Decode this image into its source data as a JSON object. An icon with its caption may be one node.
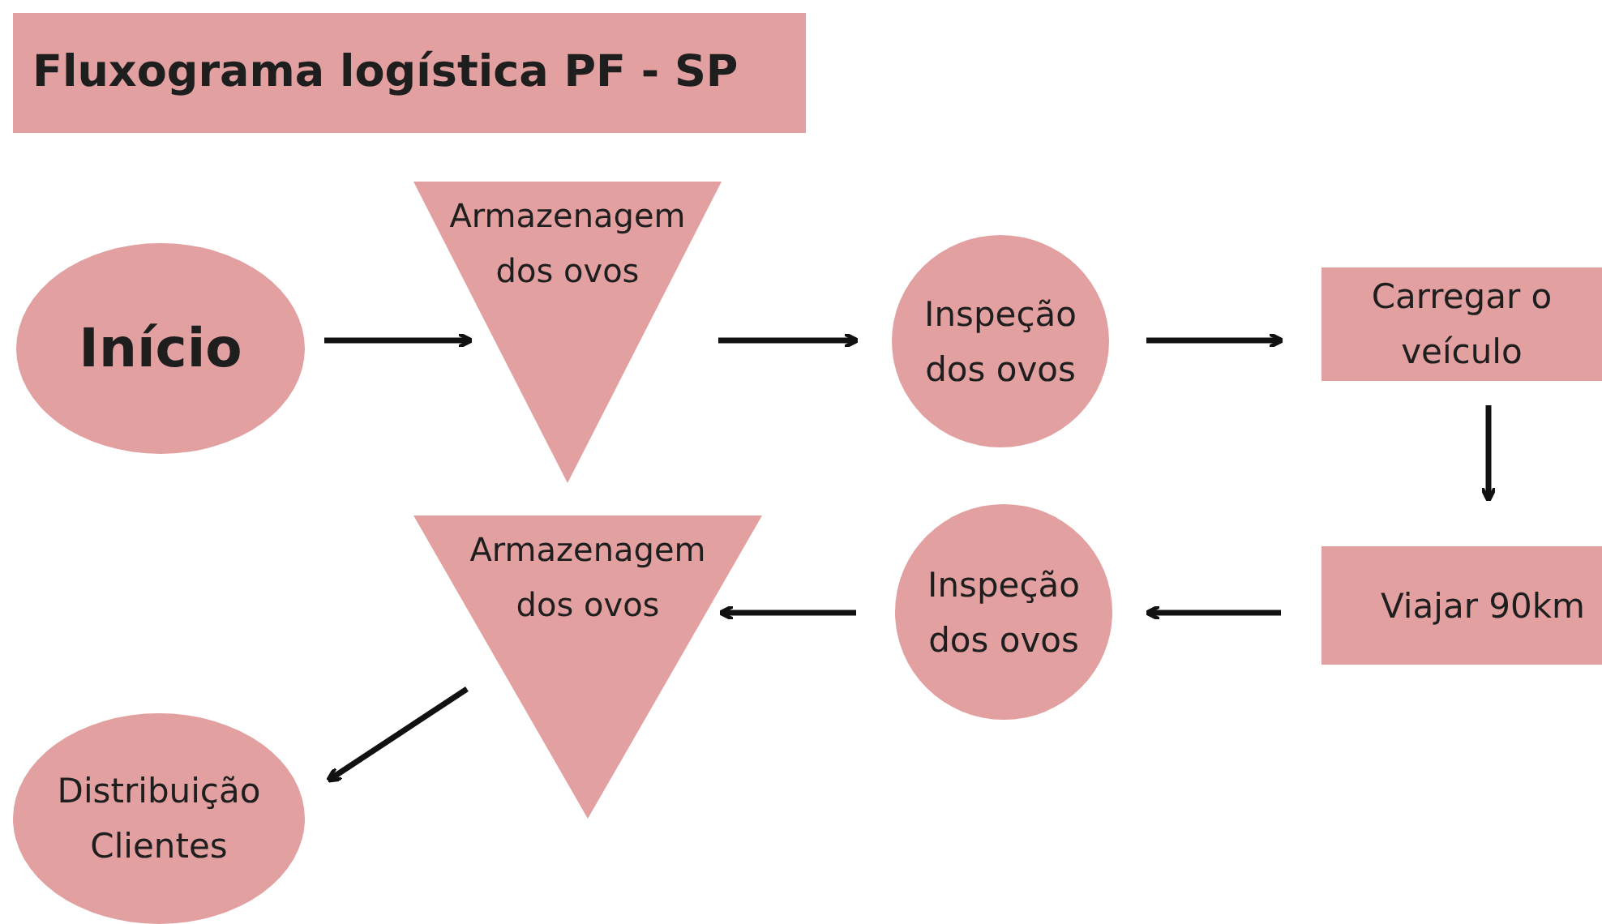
{
  "diagram": {
    "title": "Fluxograma logística PF - SP",
    "nodes": [
      {
        "text": [
          "Início"
        ]
      },
      {
        "text": [
          "Armazenagem dos ovos"
        ]
      },
      {
        "text": [
          "Inspeção dos ovos"
        ]
      },
      {
        "text": [
          "Carregar o veículo"
        ]
      },
      {
        "text": [
          "Viajar 90km"
        ]
      },
      {
        "text": [
          "Inspeção dos ovos"
        ]
      },
      {
        "text": [
          "Armazenagem dos ovos"
        ]
      },
      {
        "text": [
          "Distribuição Clientes"
        ]
      }
    ],
    "edges": [
      {
        "from": 0,
        "to": 1,
        "arrow": "to"
      },
      {
        "from": 1,
        "to": 2,
        "arrow": "to"
      },
      {
        "from": 2,
        "to": 3,
        "arrow": "to"
      },
      {
        "from": 3,
        "to": 4,
        "arrow": "to"
      },
      {
        "from": 4,
        "to": 5,
        "arrow": "to"
      },
      {
        "from": 5,
        "to": 6,
        "arrow": "to"
      },
      {
        "from": 6,
        "to": 7,
        "arrow": "to"
      }
    ]
  }
}
